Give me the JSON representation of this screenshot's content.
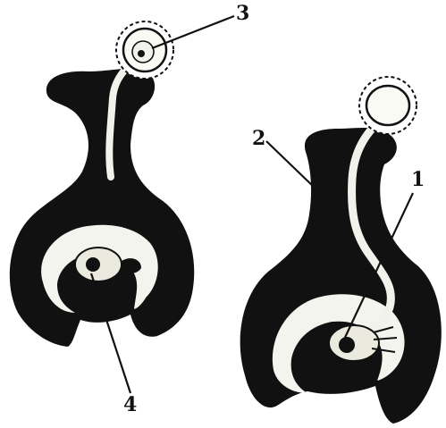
{
  "labels": {
    "label_1": "1",
    "label_2": "2",
    "label_3": "3",
    "label_4": "4"
  },
  "colors": {
    "ink": "#111111",
    "tissue_light": "#f4f4ef",
    "background": "#ffffff"
  }
}
